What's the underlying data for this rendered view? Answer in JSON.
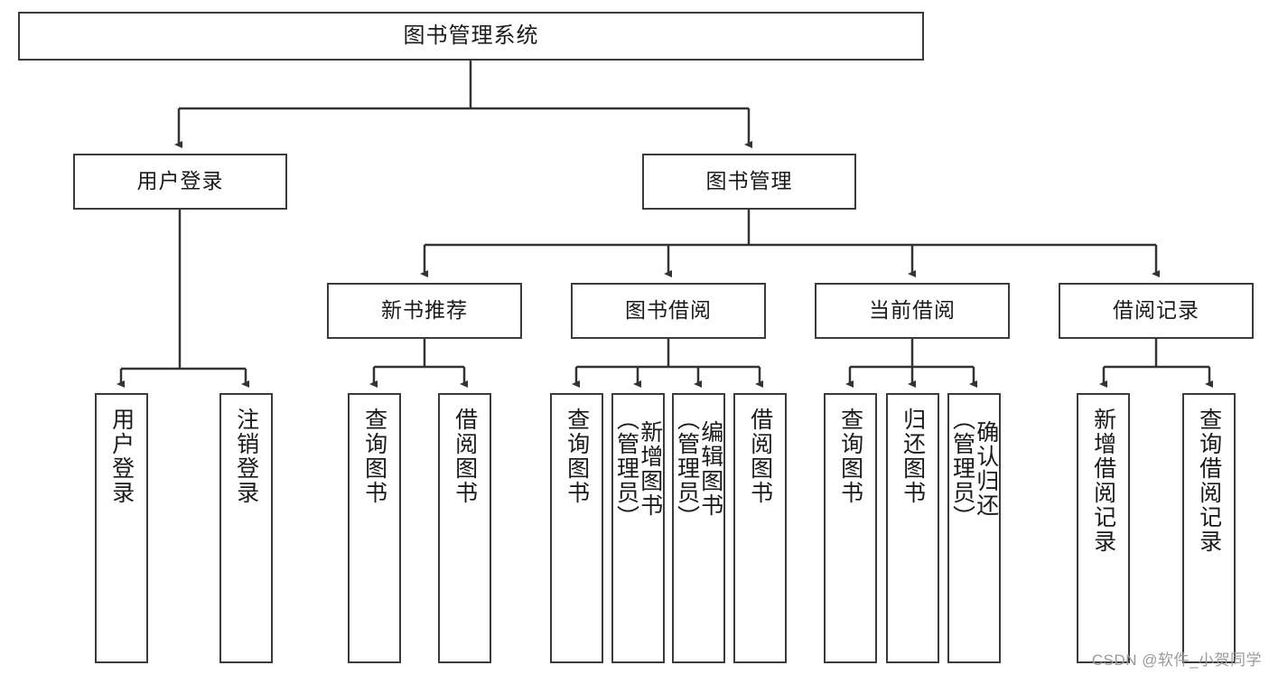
{
  "diagram": {
    "title": "图书管理系统",
    "type": "tree-hierarchy-chart",
    "watermark": "CSDN @软件_小贺同学",
    "colors": {
      "box_border": "#3b3b3b",
      "box_fill": "#ffffff",
      "connector": "#333333",
      "text": "#1a1a1a",
      "watermark": "#9a9a9a"
    }
  },
  "nodes": {
    "root": {
      "label": "图书管理系统"
    },
    "level2": [
      {
        "label": "用户登录"
      },
      {
        "label": "图书管理"
      }
    ],
    "level3": [
      {
        "label": "新书推荐"
      },
      {
        "label": "图书借阅"
      },
      {
        "label": "当前借阅"
      },
      {
        "label": "借阅记录"
      }
    ],
    "leaves": {
      "user_login": [
        {
          "label": "用户登录"
        },
        {
          "label": "注销登录"
        }
      ],
      "new_book_recommend": [
        {
          "label": "查询图书"
        },
        {
          "label": "借阅图书"
        }
      ],
      "book_borrow": [
        {
          "label": "查询图书"
        },
        {
          "label": "新增图书\n（管理员）"
        },
        {
          "label": "编辑图书\n（管理员）"
        },
        {
          "label": "借阅图书"
        }
      ],
      "current_borrow": [
        {
          "label": "查询图书"
        },
        {
          "label": "归还图书"
        },
        {
          "label": "确认归还\n（管理员）"
        }
      ],
      "borrow_record": [
        {
          "label": "新增借阅记录"
        },
        {
          "label": "查询借阅记录"
        }
      ]
    }
  }
}
